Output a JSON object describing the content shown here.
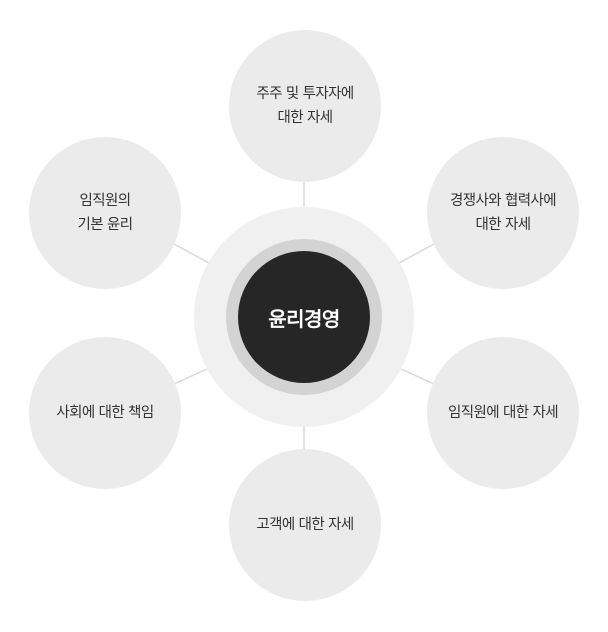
{
  "diagram": {
    "center": {
      "label": "윤리경영"
    },
    "nodes": [
      {
        "id": "top",
        "label": "주주 및 투자자에\n대한 자세"
      },
      {
        "id": "upper-right",
        "label": "경쟁사와 협력사에\n대한 자세"
      },
      {
        "id": "lower-right",
        "label": "임직원에 대한 자세"
      },
      {
        "id": "bottom",
        "label": "고객에 대한 자세"
      },
      {
        "id": "lower-left",
        "label": "사회에 대한 책임"
      },
      {
        "id": "upper-left",
        "label": "임직원의\n기본 윤리"
      }
    ],
    "colors": {
      "center_fill": "#262626",
      "center_text": "#ffffff",
      "ring_inner": "#d3d3d3",
      "ring_outer": "#f0f0f0",
      "node_fill": "#ebebeb",
      "node_text": "#333333",
      "connector": "#d9d9d9"
    }
  }
}
